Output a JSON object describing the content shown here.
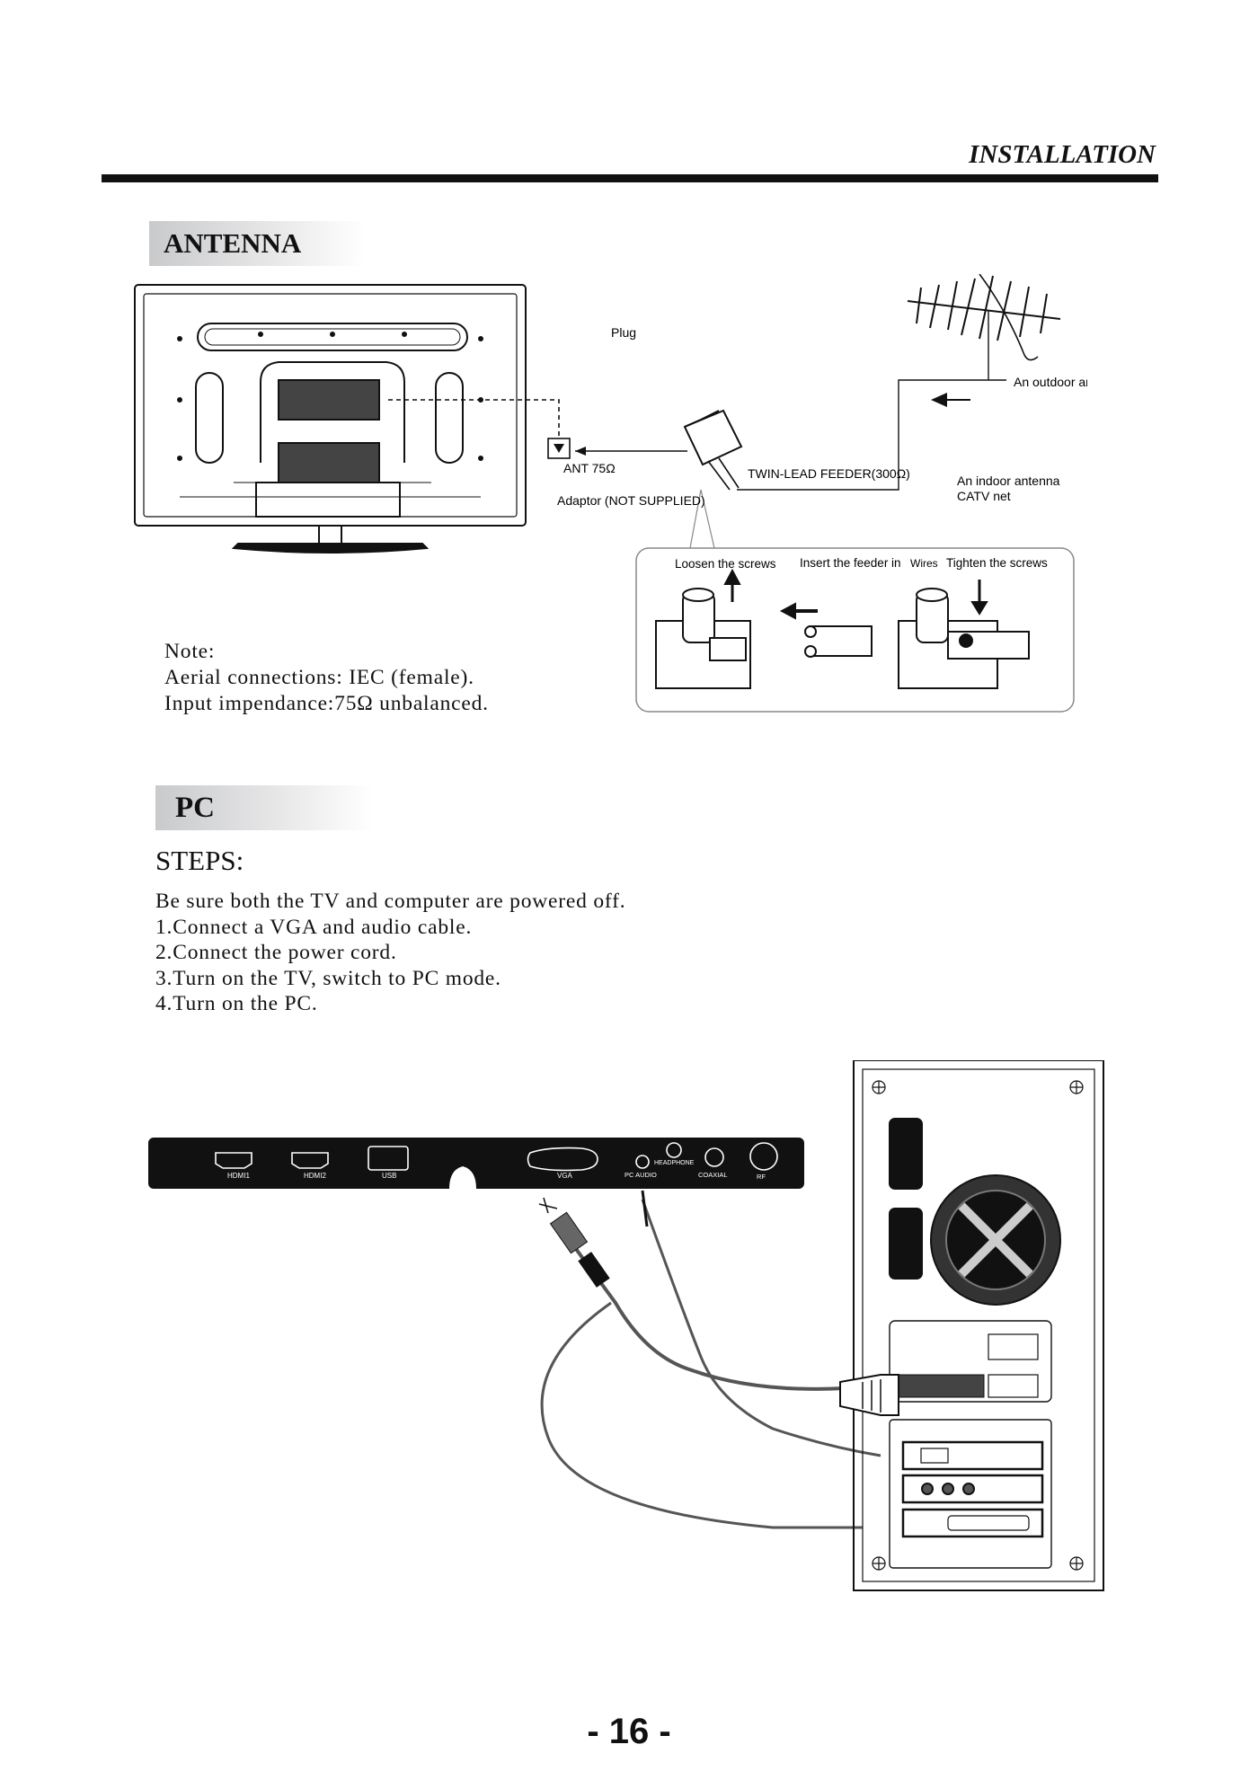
{
  "header": {
    "title": "INSTALLATION"
  },
  "antenna": {
    "section_title": "ANTENNA",
    "labels": {
      "plug": "Plug",
      "outdoor": "An outdoor antenna",
      "ant": "ANT 75Ω",
      "feeder": "TWIN-LEAD FEEDER(300Ω)",
      "indoor_1": "An indoor antenna",
      "indoor_2": "CATV net",
      "adaptor": "Adaptor  (NOT SUPPLIED)",
      "loosen": "Loosen the screws",
      "insert": "Insert the feeder in",
      "wires": "Wires",
      "tighten": "Tighten the screws"
    },
    "note": {
      "heading": "Note:",
      "line1": "Aerial connections: IEC (female).",
      "line2": "Input impendance:75Ω unbalanced."
    }
  },
  "pc": {
    "section_title": "PC",
    "steps_title": "STEPS:",
    "steps": [
      "Be sure both the TV and computer are powered off.",
      "1.Connect a VGA and audio cable.",
      "2.Connect the power cord.",
      "3.Turn on the TV, switch  to PC mode.",
      "4.Turn on the PC."
    ],
    "ports": {
      "hdmi1": "HDMI1",
      "hdmi2": "HDMI2",
      "usb": "USB",
      "vga": "VGA",
      "headphone": "HEADPHONE",
      "pc_audio": "PC AUDIO",
      "coaxial": "COAXIAL",
      "rf": "RF"
    }
  },
  "footer": {
    "page_number": "- 16 -"
  }
}
